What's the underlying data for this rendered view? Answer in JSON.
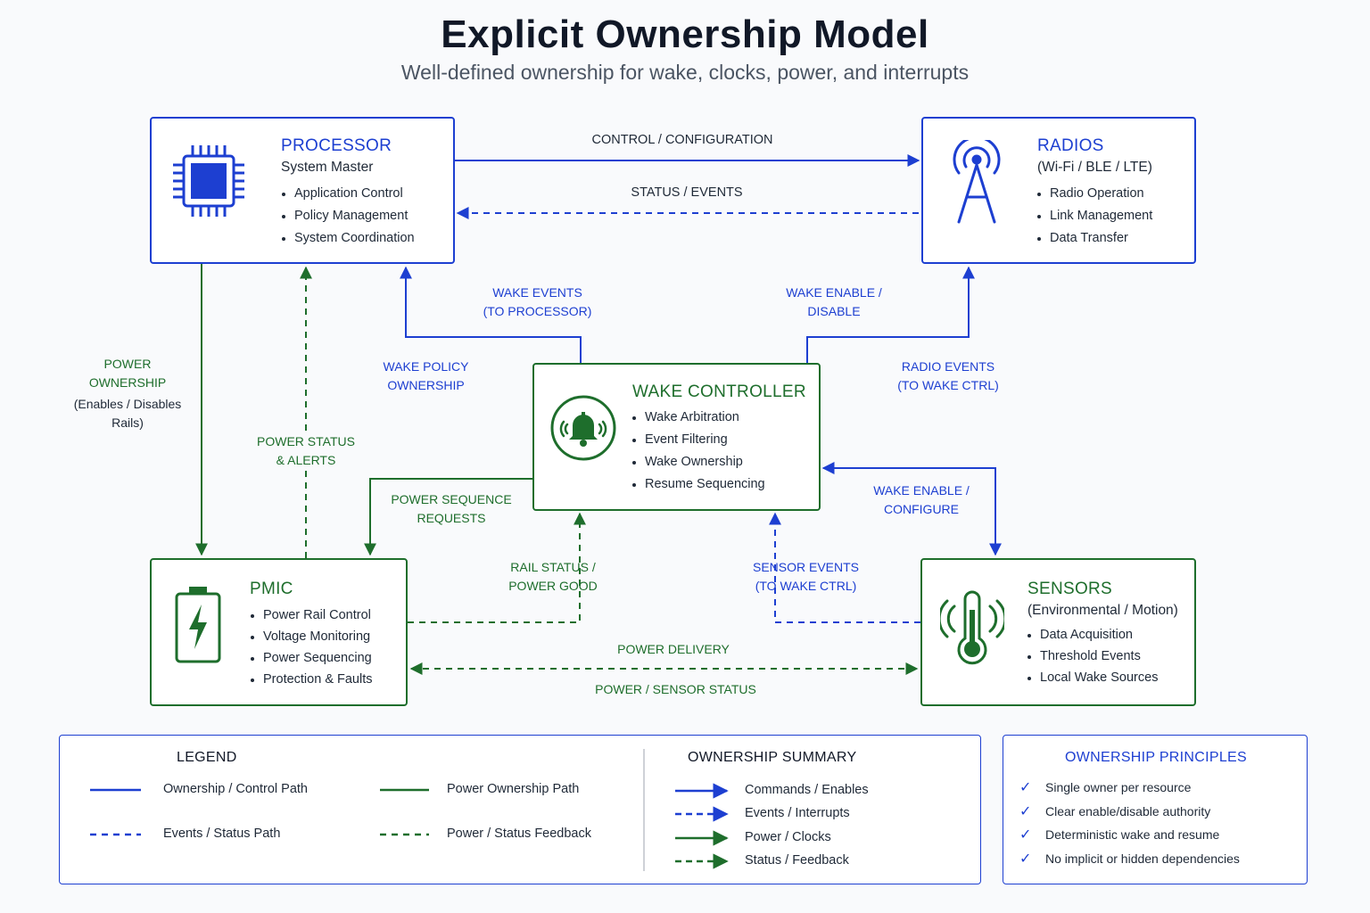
{
  "title": "Explicit Ownership Model",
  "subtitle": "Well-defined ownership for wake, clocks, power, and interrupts",
  "nodes": {
    "processor": {
      "title": "PROCESSOR",
      "subtitle": "System Master",
      "icon": "cpu-icon",
      "items": [
        "Application Control",
        "Policy Management",
        "System Coordination"
      ]
    },
    "radios": {
      "title": "RADIOS",
      "subtitle": "(Wi-Fi / BLE / LTE)",
      "icon": "antenna-tower-icon",
      "items": [
        "Radio Operation",
        "Link Management",
        "Data Transfer"
      ]
    },
    "wake_controller": {
      "title": "WAKE CONTROLLER",
      "icon": "bell-icon",
      "items": [
        "Wake Arbitration",
        "Event Filtering",
        "Wake Ownership",
        "Resume Sequencing"
      ]
    },
    "pmic": {
      "title": "PMIC",
      "icon": "battery-icon",
      "items": [
        "Power Rail Control",
        "Voltage Monitoring",
        "Power Sequencing",
        "Protection & Faults"
      ]
    },
    "sensors": {
      "title": "SENSORS",
      "subtitle": "(Environmental / Motion)",
      "icon": "thermometer-icon",
      "items": [
        "Data Acquisition",
        "Threshold Events",
        "Local Wake Sources"
      ]
    }
  },
  "edges": {
    "control_config": "CONTROL / CONFIGURATION",
    "status_events": "STATUS / EVENTS",
    "wake_events": [
      "WAKE EVENTS",
      "(TO PROCESSOR)"
    ],
    "wake_enable_disable": [
      "WAKE ENABLE /",
      "DISABLE"
    ],
    "wake_policy": [
      "WAKE POLICY",
      "OWNERSHIP"
    ],
    "radio_events": [
      "RADIO EVENTS",
      "(TO WAKE CTRL)"
    ],
    "power_ownership": [
      "POWER",
      "OWNERSHIP",
      "(Enables / Disables",
      "Rails)"
    ],
    "power_status_alerts": [
      "POWER STATUS",
      "& ALERTS"
    ],
    "power_sequence_requests": [
      "POWER SEQUENCE",
      "REQUESTS"
    ],
    "wake_enable_configure": [
      "WAKE ENABLE /",
      "CONFIGURE"
    ],
    "rail_status": [
      "RAIL STATUS /",
      "POWER GOOD"
    ],
    "sensor_events": [
      "SENSOR EVENTS",
      "(TO WAKE CTRL)"
    ],
    "power_delivery": "POWER DELIVERY",
    "power_sensor_status": "POWER / SENSOR STATUS"
  },
  "legend": {
    "heading": "LEGEND",
    "items": [
      "Ownership / Control Path",
      "Power Ownership Path",
      "Events / Status Path",
      "Power / Status Feedback"
    ]
  },
  "summary": {
    "heading": "OWNERSHIP SUMMARY",
    "items": [
      "Commands / Enables",
      "Events / Interrupts",
      "Power / Clocks",
      "Status / Feedback"
    ]
  },
  "principles": {
    "heading": "OWNERSHIP PRINCIPLES",
    "items": [
      "Single owner per resource",
      "Clear enable/disable authority",
      "Deterministic wake and resume",
      "No implicit or hidden dependencies"
    ]
  },
  "colors": {
    "blue": "#1d3fd1",
    "green": "#1e6e2c"
  }
}
